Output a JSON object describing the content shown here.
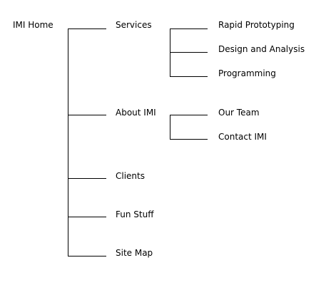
{
  "sitemap": {
    "root": "IMI Home",
    "sections": [
      {
        "label": "Services",
        "children": [
          "Rapid Prototyping",
          "Design and Analysis",
          "Programming"
        ]
      },
      {
        "label": "About IMI",
        "children": [
          "Our Team",
          "Contact IMI"
        ]
      },
      {
        "label": "Clients",
        "children": []
      },
      {
        "label": "Fun Stuff",
        "children": []
      },
      {
        "label": "Site Map",
        "children": []
      }
    ]
  }
}
